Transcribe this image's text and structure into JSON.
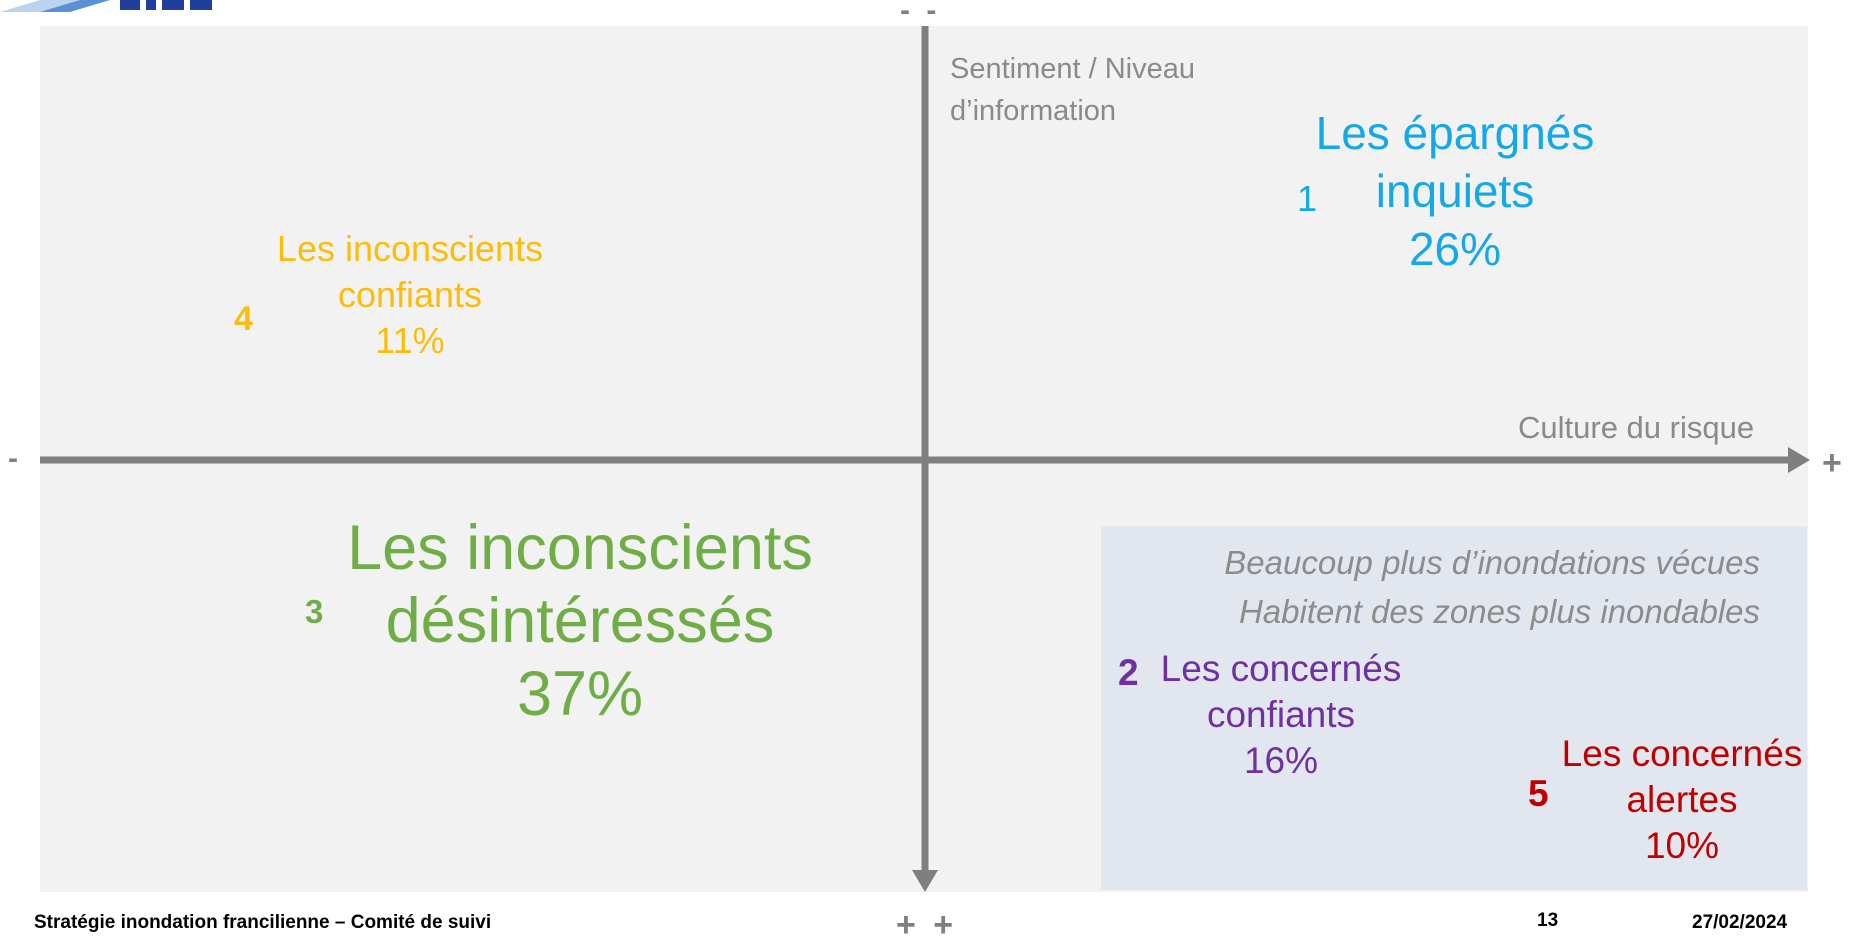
{
  "markers": {
    "top": "- -",
    "left": "-",
    "right": "+",
    "bottom": "+ +"
  },
  "axes": {
    "y_label": "Sentiment / Niveau d’information",
    "x_label": "Culture du risque"
  },
  "highlight_note": {
    "line1": "Beaucoup plus d’inondations vécues",
    "line2": "Habitent des zones plus inondables"
  },
  "segments": {
    "s1": {
      "number": "1",
      "line1": "Les épargnés",
      "line2": "inquiets",
      "percent": "26%",
      "color": "#14a8e6"
    },
    "s2": {
      "number": "2",
      "line1": "Les concernés",
      "line2": "confiants",
      "percent": "16%",
      "color": "#7030a0"
    },
    "s3": {
      "number": "3",
      "line1": "Les inconscients",
      "line2": "désintéressés",
      "percent": "37%",
      "color": "#70ad47"
    },
    "s4": {
      "number": "4",
      "line1": "Les inconscients",
      "line2": "confiants",
      "percent": "11%",
      "color": "#fbbc0b"
    },
    "s5": {
      "number": "5",
      "line1": "Les concernés",
      "line2": "alertes",
      "percent": "10%",
      "color": "#c00000"
    }
  },
  "footer": {
    "title": "Stratégie inondation francilienne – Comité de suivi",
    "page": "13",
    "date": "27/02/2024"
  },
  "colors": {
    "axis": "#7f7f7f",
    "panel": "#f2f2f2",
    "highlight_box": "#e2e7ef",
    "logo": "#1f3f9a"
  },
  "icons": {
    "logo": "partial-logo-mark"
  }
}
